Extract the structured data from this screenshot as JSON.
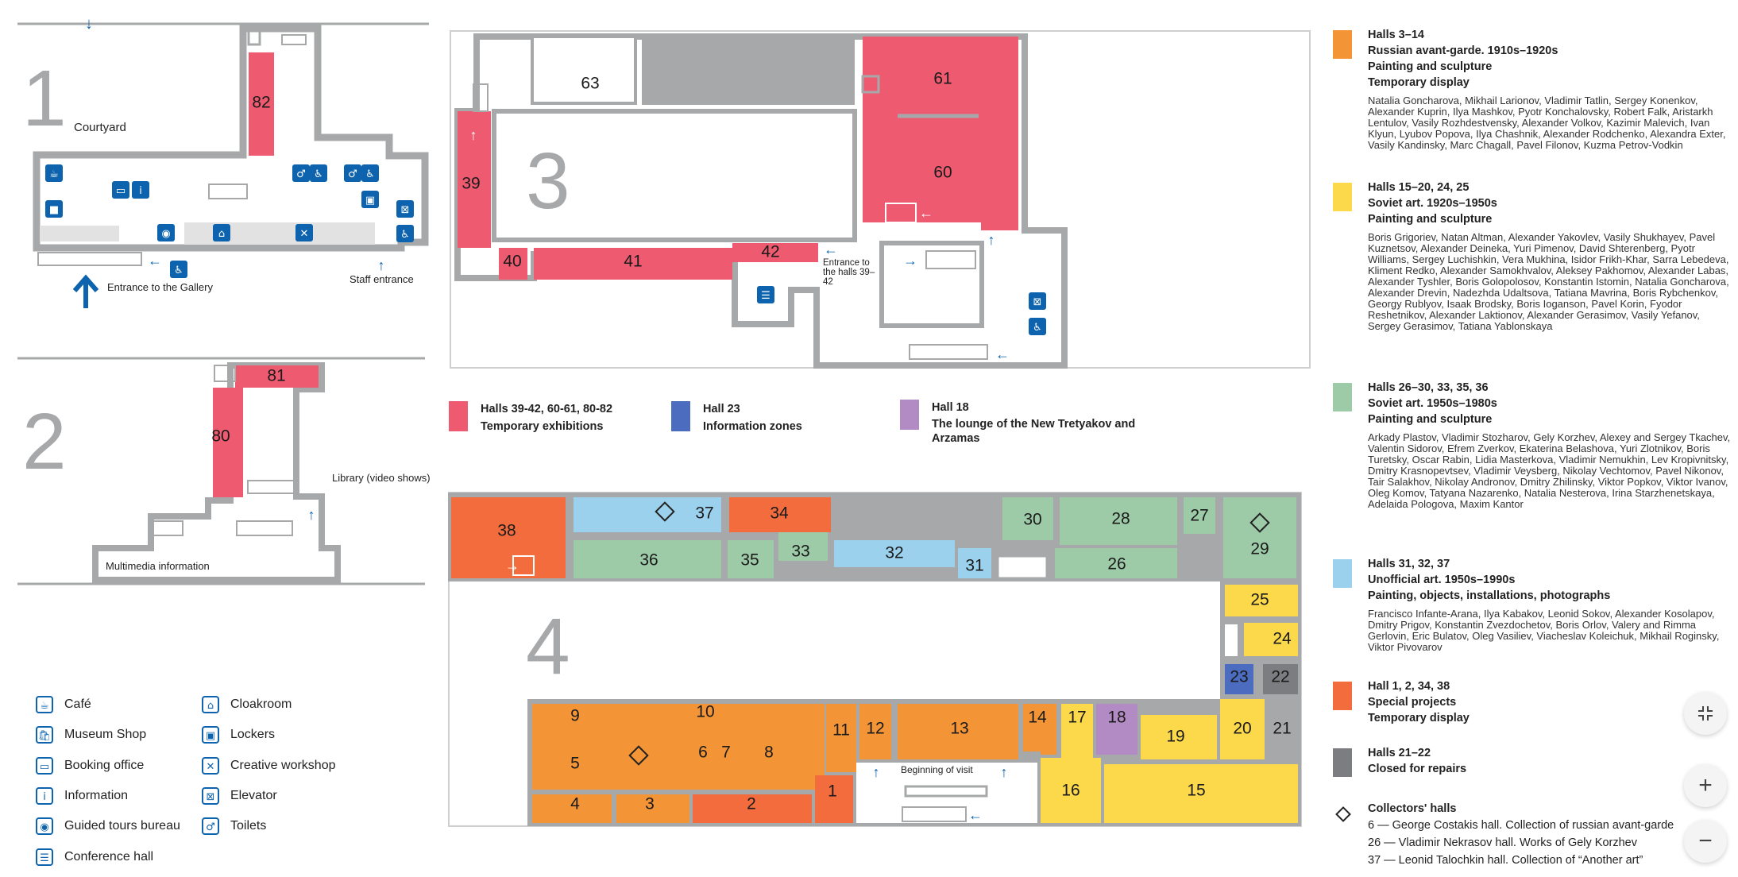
{
  "colors": {
    "wall": "#a7a8aa",
    "temporary": "#ee5a70",
    "avantgarde": "#f39436",
    "soviet_20_50": "#fcd94b",
    "soviet_50_80": "#9dcba8",
    "unofficial": "#9cd1ee",
    "special": "#f26c3d",
    "closed": "#7c7d80",
    "info": "#4c6cc0",
    "lounge": "#b38bc4",
    "icon_blue": "#0d63ad"
  },
  "floors": {
    "f1": {
      "number": "1",
      "courtyard": "Courtyard",
      "entrance_gallery": "Entrance to the Gallery",
      "staff_entrance": "Staff entrance",
      "halls": [
        "82"
      ]
    },
    "f2": {
      "number": "2",
      "library": "Library (video shows)",
      "multimedia": "Multimedia information",
      "halls": [
        "81",
        "80"
      ]
    },
    "f3": {
      "number": "3",
      "entrance_halls": "Entrance to the halls 39–42",
      "halls": [
        "63",
        "61",
        "60",
        "39",
        "40",
        "41",
        "42"
      ]
    },
    "f4": {
      "number": "4",
      "beginning": "Beginning of visit",
      "halls": [
        "38",
        "37",
        "34",
        "36",
        "35",
        "33",
        "32",
        "31",
        "30",
        "28",
        "27",
        "26",
        "29",
        "25",
        "24",
        "23",
        "22",
        "21",
        "20",
        "19",
        "18",
        "17",
        "16",
        "15",
        "14",
        "13",
        "12",
        "11",
        "10",
        "9",
        "8",
        "7",
        "6",
        "5",
        "4",
        "3",
        "2",
        "1"
      ]
    }
  },
  "legend_middle": [
    {
      "color": "temporary",
      "title": "Halls 39-42, 60-61, 80-82",
      "sub": "Temporary exhibitions"
    },
    {
      "color": "info",
      "title": "Hall 23",
      "sub": "Information zones"
    },
    {
      "color": "lounge",
      "title": "Hall 18",
      "sub": "The lounge of the New Tretyakov and Arzamas"
    }
  ],
  "legend_right": [
    {
      "color": "avantgarde",
      "halls": "Halls 3–14",
      "title": "Russian avant-garde. 1910s–1920s",
      "type": "Painting and sculpture",
      "extra": "Temporary display",
      "artists": "Natalia Goncharova, Mikhail Larionov, Vladimir Tatlin, Sergey Konenkov, Alexander Kuprin, Ilya Mashkov, Pyotr Konchalovsky, Robert Falk, Aristarkh Lentulov, Vasily Rozhdestvensky, Alexander Volkov, Kazimir Malevich, Ivan Klyun, Lyubov Popova, Ilya Chashnik, Alexander Rodchenko, Alexandra Exter, Vasily Kandinsky, Marc Chagall, Pavel Filonov, Kuzma Petrov-Vodkin"
    },
    {
      "color": "soviet_20_50",
      "halls": "Halls 15–20, 24, 25",
      "title": "Soviet art. 1920s–1950s",
      "type": "Painting and sculpture",
      "extra": "",
      "artists": "Boris Grigoriev, Natan Altman, Alexander Yakovlev, Vasily Shukhayev, Pavel Kuznetsov, Alexander Deineka, Yuri Pimenov, David Shterenberg, Pyotr Williams, Sergey Luchishkin, Vera Mukhina, Isidor Frikh-Khar, Sarra Lebedeva, Kliment Redko, Alexander Samokhvalov, Aleksey Pakhomov, Alexander Labas, Alexander Tyshler, Boris Golopolosov, Konstantin Istomin, Natalia Goncharova, Alexander Drevin, Nadezhda Udaltsova, Tatiana Mavrina, Boris Rybchenkov, Georgy Rublyov, Isaak Brodsky, Boris Ioganson, Pavel Korin, Fyodor Reshetnikov, Alexander Laktionov, Alexander Gerasimov, Vasily Yefanov, Sergey Gerasimov, Tatiana Yablonskaya"
    },
    {
      "color": "soviet_50_80",
      "halls": "Halls 26–30, 33, 35, 36",
      "title": "Soviet art. 1950s–1980s",
      "type": "Painting and sculpture",
      "extra": "",
      "artists": "Arkady Plastov, Vladimir Stozharov, Gely Korzhev, Alexey and Sergey Tkachev, Valentin Sidorov, Efrem Zverkov, Ekaterina Belashova, Yuri Zlotnikov, Boris Turetsky, Oscar Rabin, Lidia Masterkova, Vladimir Nemukhin, Lev Kropivnitsky, Dmitry Krasnopevtsev, Vladimir Veysberg, Nikolay Vechtomov, Pavel Nikonov, Tair Salakhov, Nikolay Andronov, Dmitry Zhilinsky, Viktor Popkov, Viktor Ivanov, Oleg Komov, Tatyana Nazarenko, Natalia Nesterova, Irina Starzhenetskaya, Adelaida Pologova, Maxim Kantor"
    },
    {
      "color": "unofficial",
      "halls": "Halls 31, 32, 37",
      "title": "Unofficial art. 1950s–1990s",
      "type": "Painting, objects, installations, photographs",
      "extra": "",
      "artists": "Francisco Infante-Arana, Ilya Kabakov, Leonid Sokov, Alexander Kosolapov, Dmitry Prigov, Konstantin Zvezdochetov, Boris Orlov, Valery and Rimma Gerlovin, Eric Bulatov, Oleg Vasiliev, Viacheslav Koleichuk, Mikhail Roginsky, Viktor Pivovarov"
    },
    {
      "color": "special",
      "halls": "Hall 1, 2, 34, 38",
      "title": "Special projects",
      "type": "Temporary display",
      "extra": "",
      "artists": ""
    },
    {
      "color": "closed",
      "halls": "Halls 21–22",
      "title": "Closed for repairs",
      "type": "",
      "extra": "",
      "artists": ""
    }
  ],
  "collectors": {
    "title": "Collectors' halls",
    "items": [
      "6 — George Costakis hall. Collection of russian avant-garde",
      "26 — Vladimir Nekrasov hall. Works of Gely Korzhev",
      "37 — Leonid Talochkin hall. Collection of “Another art”"
    ]
  },
  "legend_icons": [
    {
      "icon": "cafe-icon",
      "label": "Café"
    },
    {
      "icon": "shop-icon",
      "label": "Museum Shop"
    },
    {
      "icon": "booking-icon",
      "label": "Booking office"
    },
    {
      "icon": "info-icon",
      "label": "Information"
    },
    {
      "icon": "tours-icon",
      "label": "Guided tours bureau"
    },
    {
      "icon": "conference-icon",
      "label": "Conference hall"
    },
    {
      "icon": "cloakroom-icon",
      "label": "Cloakroom"
    },
    {
      "icon": "lockers-icon",
      "label": "Lockers"
    },
    {
      "icon": "workshop-icon",
      "label": "Creative workshop"
    },
    {
      "icon": "elevator-icon",
      "label": "Elevator"
    },
    {
      "icon": "toilets-icon",
      "label": "Toilets"
    }
  ],
  "controls": {
    "fit": "fit-screen-icon",
    "zoom_in": "+",
    "zoom_out": "−"
  }
}
